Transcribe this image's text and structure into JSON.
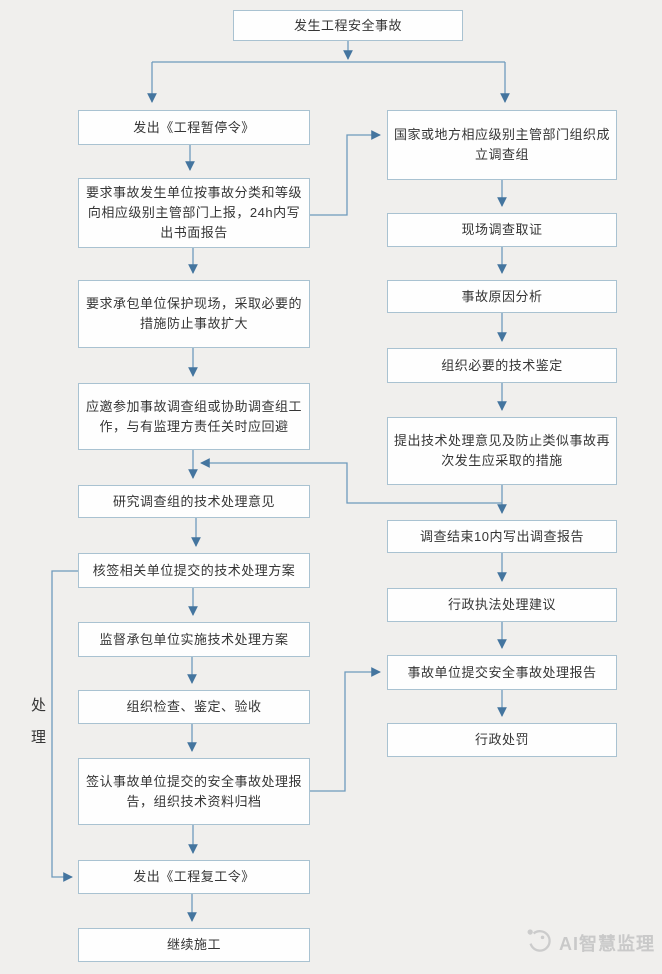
{
  "colors": {
    "bg": "#f0efed",
    "box": "#fefefe",
    "border": "#a9c2d1",
    "line": "#6e9abd",
    "arrow": "#44759f",
    "text": "#353535",
    "watermark": "#c9c9c9"
  },
  "diagram": {
    "type": "flowchart",
    "nodes": {
      "start": {
        "label": "发生工程安全事故"
      },
      "issue_stop_order": {
        "label": "发出《工程暂停令》"
      },
      "report_within_24h": {
        "label": "要求事故发生单位按事故分类和等级向相应级别主管部门上报，24h内写出书面报告"
      },
      "protect_site": {
        "label": "要求承包单位保护现场，采取必要的措施防止事故扩大"
      },
      "join_investigation": {
        "label": "应邀参加事故调查组或协助调查组工作，与有监理方责任关时应回避"
      },
      "study_opinions": {
        "label": "研究调查组的技术处理意见"
      },
      "countersign_plan": {
        "label": "核签相关单位提交的技术处理方案"
      },
      "supervise_implementation": {
        "label": "监督承包单位实施技术处理方案"
      },
      "organize_inspection": {
        "label": "组织检查、鉴定、验收"
      },
      "sign_report_archive": {
        "label": "签认事故单位提交的安全事故处理报告，组织技术资料归档"
      },
      "issue_resume_order": {
        "label": "发出《工程复工令》"
      },
      "continue_construction": {
        "label": "继续施工"
      },
      "form_investigation_team": {
        "label": "国家或地方相应级别主管部门组织成立调查组"
      },
      "site_evidence": {
        "label": "现场调查取证"
      },
      "cause_analysis": {
        "label": "事故原因分析"
      },
      "technical_appraisal": {
        "label": "组织必要的技术鉴定"
      },
      "propose_measures": {
        "label": "提出技术处理意见及防止类似事故再次发生应采取的措施"
      },
      "investigation_report": {
        "label": "调查结束10内写出调查报告"
      },
      "enforcement_suggestion": {
        "label": "行政执法处理建议"
      },
      "unit_submit_report": {
        "label": "事故单位提交安全事故处理报告"
      },
      "administrative_penalty": {
        "label": "行政处罚"
      }
    },
    "edges": [
      {
        "from": "start",
        "to": "issue_stop_order"
      },
      {
        "from": "start",
        "to": "form_investigation_team"
      },
      {
        "from": "issue_stop_order",
        "to": "report_within_24h"
      },
      {
        "from": "report_within_24h",
        "to": "protect_site"
      },
      {
        "from": "report_within_24h",
        "to": "form_investigation_team"
      },
      {
        "from": "protect_site",
        "to": "join_investigation"
      },
      {
        "from": "join_investigation",
        "to": "study_opinions"
      },
      {
        "from": "propose_measures",
        "to": "study_opinions"
      },
      {
        "from": "study_opinions",
        "to": "countersign_plan"
      },
      {
        "from": "countersign_plan",
        "to": "supervise_implementation"
      },
      {
        "from": "countersign_plan",
        "to": "issue_resume_order"
      },
      {
        "from": "supervise_implementation",
        "to": "organize_inspection"
      },
      {
        "from": "organize_inspection",
        "to": "sign_report_archive"
      },
      {
        "from": "sign_report_archive",
        "to": "issue_resume_order"
      },
      {
        "from": "sign_report_archive",
        "to": "unit_submit_report"
      },
      {
        "from": "issue_resume_order",
        "to": "continue_construction"
      },
      {
        "from": "form_investigation_team",
        "to": "site_evidence"
      },
      {
        "from": "site_evidence",
        "to": "cause_analysis"
      },
      {
        "from": "cause_analysis",
        "to": "technical_appraisal"
      },
      {
        "from": "technical_appraisal",
        "to": "propose_measures"
      },
      {
        "from": "propose_measures",
        "to": "investigation_report"
      },
      {
        "from": "investigation_report",
        "to": "enforcement_suggestion"
      },
      {
        "from": "enforcement_suggestion",
        "to": "unit_submit_report"
      },
      {
        "from": "unit_submit_report",
        "to": "administrative_penalty"
      }
    ],
    "side_label": "处理",
    "watermark": {
      "icon": "logo-circle",
      "text": "AI智慧监理"
    }
  }
}
